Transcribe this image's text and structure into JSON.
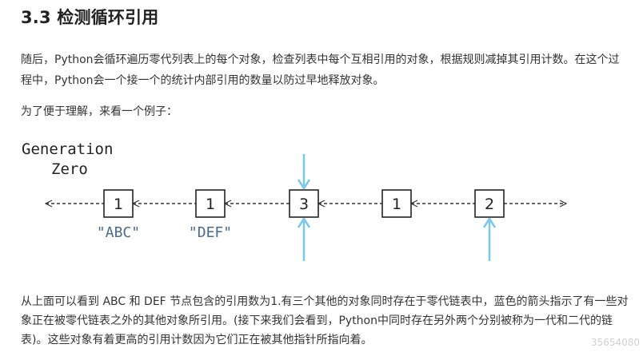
{
  "heading": "3.3 检测循环引用",
  "paragraph1": "随后，Python会循环遍历零代列表上的每个对象，检查列表中每个互相引用的对象，根据规则减掉其引用计数。在这个过程中，Python会一个接一个的统计内部引用的数量以防过早地释放对象。",
  "paragraph2": "为了便于理解，来看一个例子：",
  "diagram": {
    "title_line1": "Generation",
    "title_line2": "Zero",
    "nodes": [
      {
        "count": "1",
        "label": "\"ABC\"",
        "external_arrow_top": false,
        "external_arrow_bottom": false
      },
      {
        "count": "1",
        "label": "\"DEF\"",
        "external_arrow_top": false,
        "external_arrow_bottom": false
      },
      {
        "count": "3",
        "label": "",
        "external_arrow_top": true,
        "external_arrow_bottom": true
      },
      {
        "count": "1",
        "label": "",
        "external_arrow_top": false,
        "external_arrow_bottom": false
      },
      {
        "count": "2",
        "label": "",
        "external_arrow_top": false,
        "external_arrow_bottom": true
      }
    ],
    "arrow_color": "#7ec8e8",
    "label_color": "#4a6a8c"
  },
  "paragraph3": "从上面可以看到 ABC 和 DEF 节点包含的引用数为1.有三个其他的对象同时存在于零代链表中，蓝色的箭头指示了有一些对象正在被零代链表之外的其他对象所引用。(接下来我们会看到，Python中同时存在另外两个分别被称为一代和二代的链表)。这些对象有着更高的引用计数因为它们正在被其他指针所指向着。",
  "watermark": "35654080"
}
